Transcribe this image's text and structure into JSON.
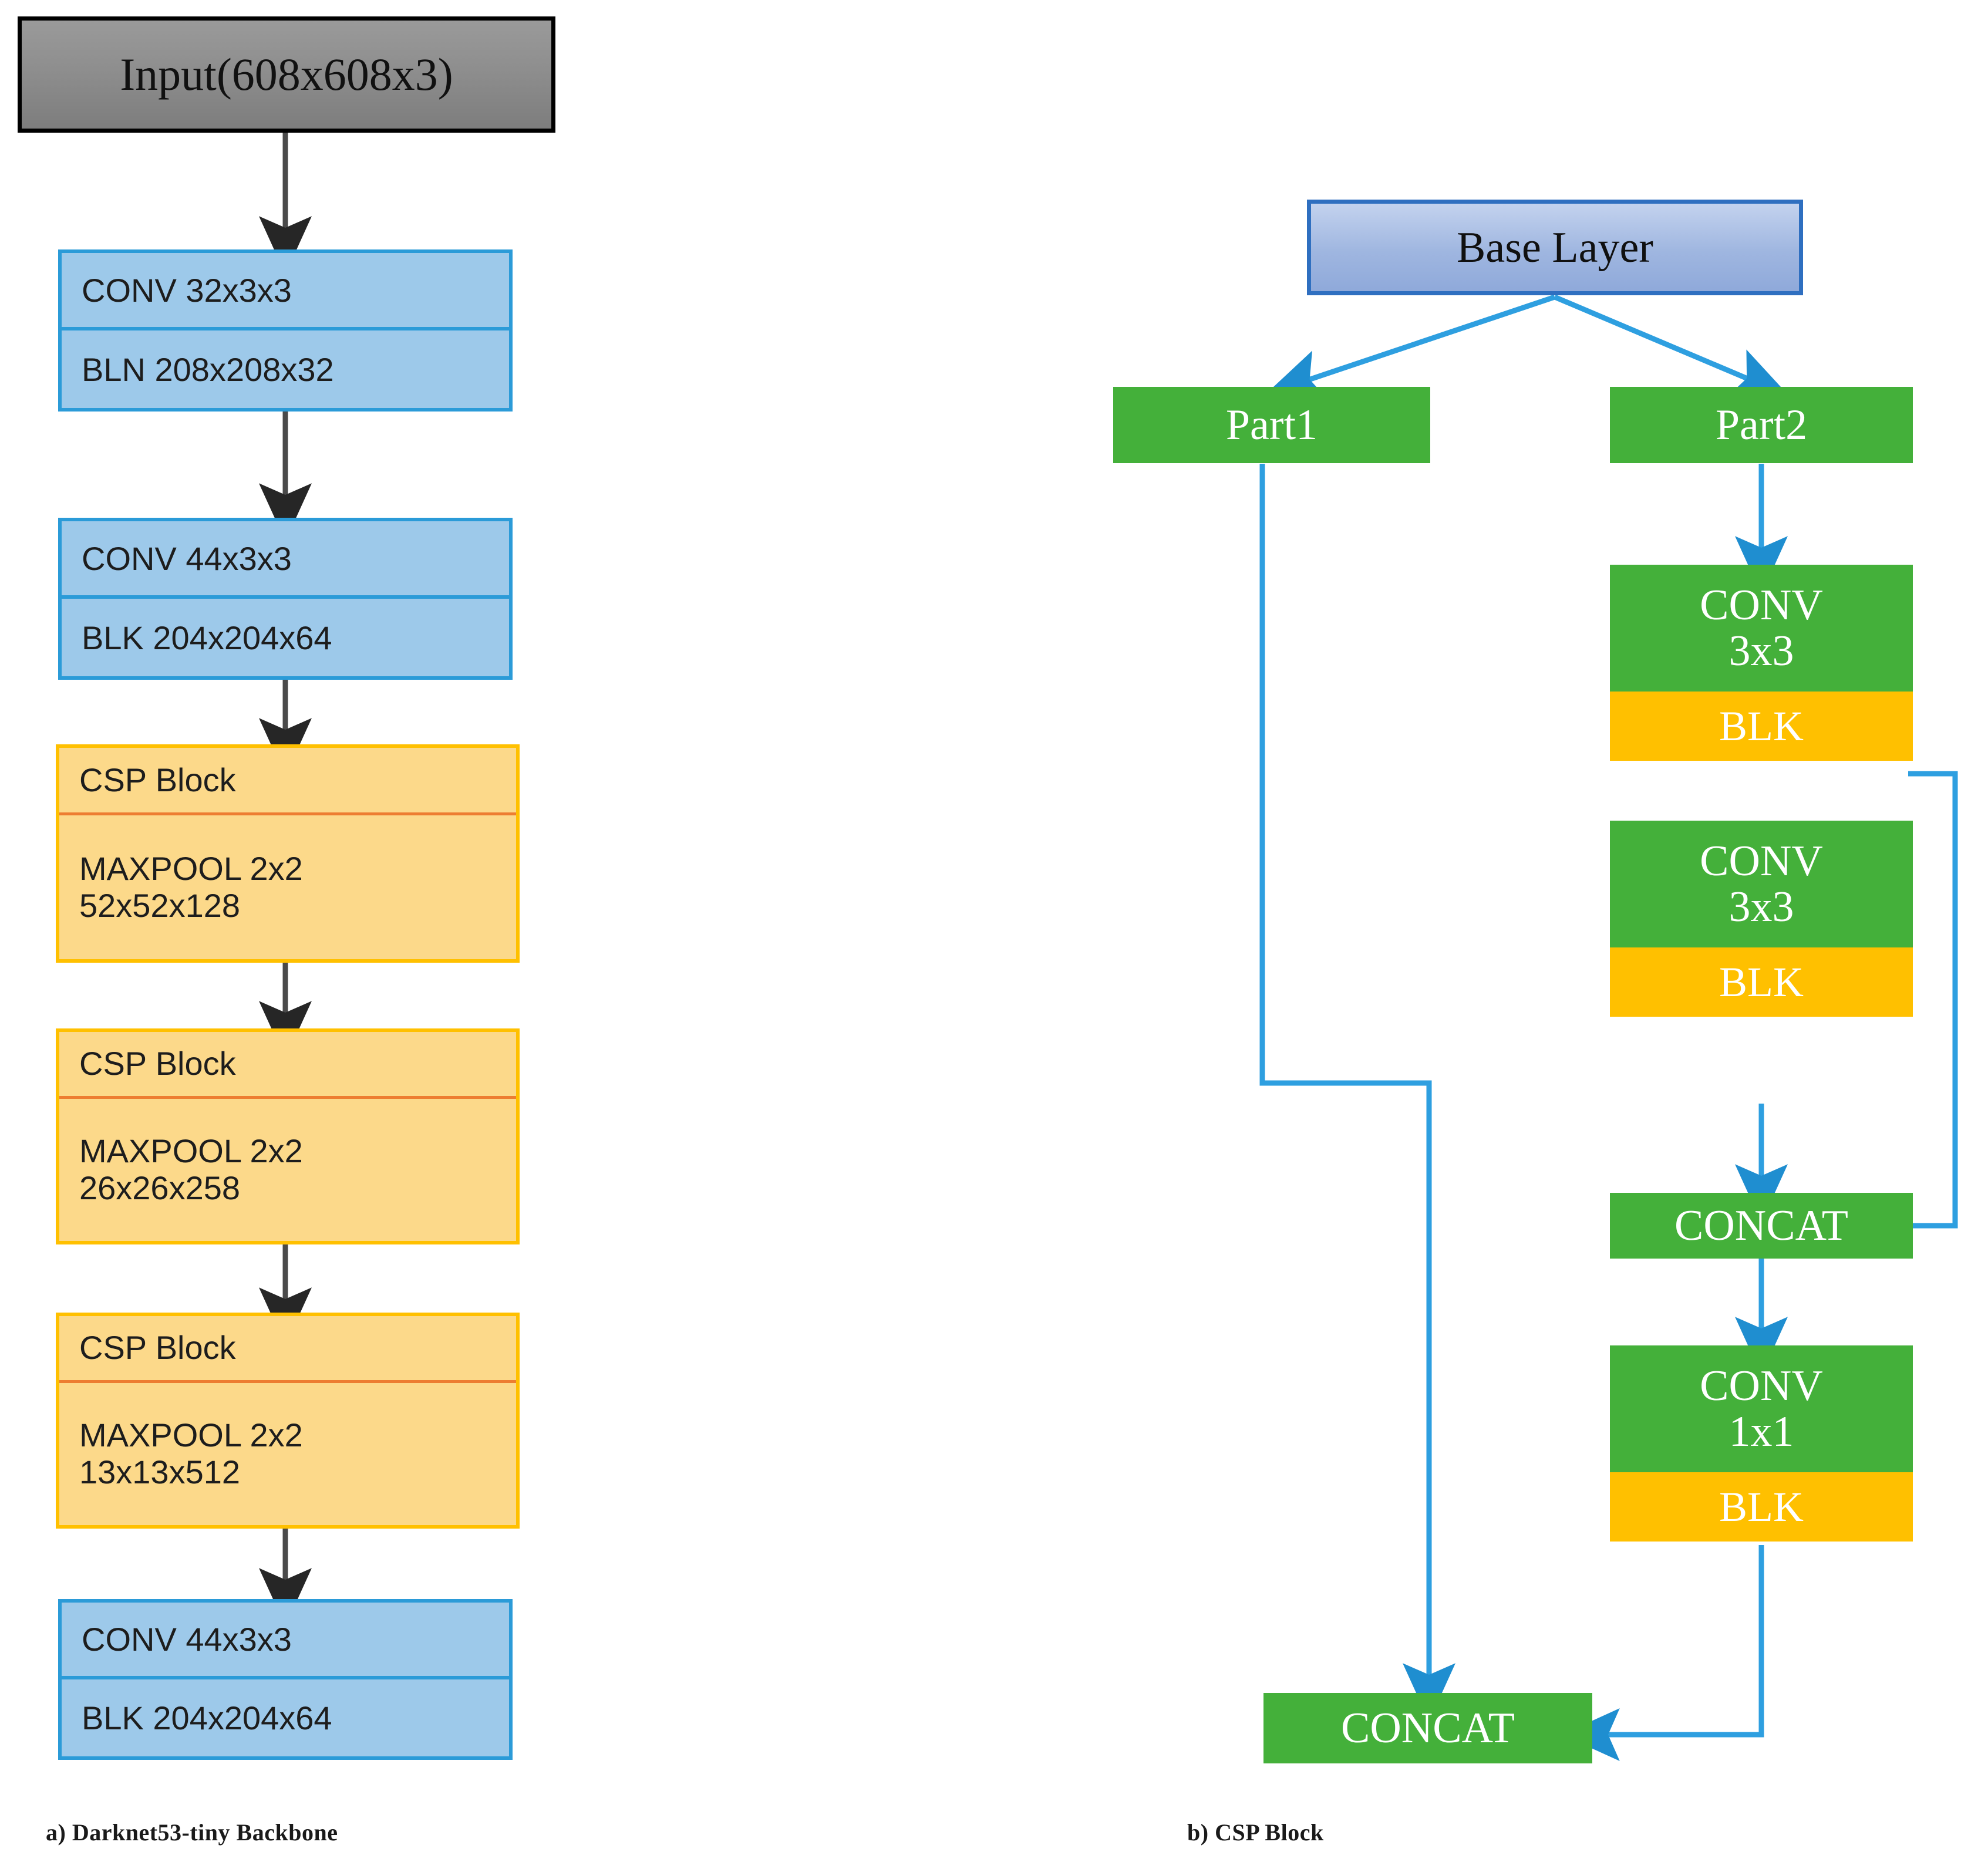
{
  "figure": {
    "panel_a": {
      "caption": "a) Darknet53-tiny Backbone",
      "nodes": {
        "input": {
          "label": "Input(608x608x3)"
        },
        "conv1": {
          "line1": "CONV 32x3x3",
          "line2": "BLN 208x208x32"
        },
        "conv2": {
          "line1": "CONV 44x3x3",
          "line2": "BLK 204x204x64"
        },
        "csp1": {
          "title": "CSP Block",
          "line1": "MAXPOOL 2x2",
          "line2": "52x52x128"
        },
        "csp2": {
          "title": "CSP Block",
          "line1": "MAXPOOL 2x2",
          "line2": "26x26x258"
        },
        "csp3": {
          "title": "CSP Block",
          "line1": "MAXPOOL 2x2",
          "line2": "13x13x512"
        },
        "conv3": {
          "line1": "CONV 44x3x3",
          "line2": "BLK 204x204x64"
        }
      }
    },
    "panel_b": {
      "caption": "b) CSP Block",
      "nodes": {
        "base": {
          "label": "Base Layer"
        },
        "part1": {
          "label": "Part1"
        },
        "part2": {
          "label": "Part2"
        },
        "conv3x3_a": {
          "label": "CONV\n3x3"
        },
        "blk_a": {
          "label": "BLK"
        },
        "conv3x3_b": {
          "label": "CONV\n3x3"
        },
        "blk_b": {
          "label": "BLK"
        },
        "concat_mid": {
          "label": "CONCAT"
        },
        "conv1x1": {
          "label": "CONV\n1x1"
        },
        "blk_c": {
          "label": "BLK"
        },
        "concat_out": {
          "label": "CONCAT"
        }
      }
    }
  },
  "colors": {
    "input_fill_top": "#9a9a9a",
    "input_fill_bottom": "#7d7d7d",
    "input_border": "#000000",
    "conv_fill": "#9dc9ea",
    "conv_border": "#2b9bd8",
    "csp_fill": "#fcd98a",
    "csp_border": "#ffc000",
    "csp_divider": "#ed7d31",
    "base_fill_top": "#c3d2ee",
    "base_fill_bottom": "#8fa9da",
    "base_border": "#2f6fc0",
    "green_fill": "#44b03a",
    "blk_fill": "#ffc000",
    "arrow_gray": "#404040",
    "arrow_blue": "#2e9fe0",
    "text_dark": "#1d1d1d",
    "text_light": "#ffffff",
    "background": "#ffffff"
  }
}
